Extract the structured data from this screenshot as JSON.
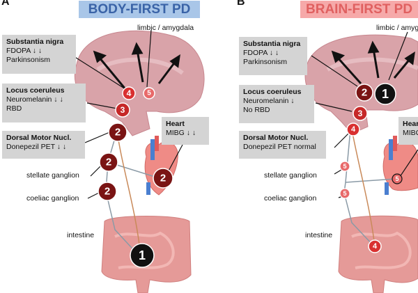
{
  "panels": [
    {
      "letter": "A",
      "title": "BODY-FIRST PD",
      "title_color": "#3a63a7",
      "title_bg": "#a9c6e8",
      "limbic_label": "limbic / amygdala",
      "boxes": {
        "substantia_nigra": {
          "title": "Substantia nigra",
          "line1": "FDOPA ↓ ↓",
          "line2": "Parkinsonism"
        },
        "locus_coeruleus": {
          "title": "Locus coeruleus",
          "line1": "Neuromelanin ↓ ↓",
          "line2": "RBD"
        },
        "dorsal_motor": {
          "title": "Dorsal Motor Nucl.",
          "line1": "Donepezil PET ↓ ↓"
        },
        "heart": {
          "title": "Heart",
          "line1": "MIBG ↓ ↓"
        }
      },
      "labels": {
        "stellate": "stellate ganglion",
        "coeliac": "coeliac ganglion",
        "intestine": "intestine"
      },
      "stages": {
        "substantia_nigra": "4",
        "limbic": "5",
        "locus_coeruleus": "3",
        "dorsal_motor": "2",
        "stellate": "2",
        "coeliac": "2",
        "heart": "2",
        "intestine": "1"
      }
    },
    {
      "letter": "B",
      "title": "BRAIN-FIRST PD",
      "title_color": "#e06060",
      "title_bg": "#f6a9a9",
      "limbic_label": "limbic / amygdala",
      "boxes": {
        "substantia_nigra": {
          "title": "Substantia nigra",
          "line1": "FDOPA ↓ ↓",
          "line2": "Parkinsonism"
        },
        "locus_coeruleus": {
          "title": "Locus coeruleus",
          "line1": "Neuromelanin ↓",
          "line2": "No RBD"
        },
        "dorsal_motor": {
          "title": "Dorsal Motor Nucl.",
          "line1": "Donepezil PET normal"
        },
        "heart": {
          "title": "Heart",
          "line1": "MIBG"
        }
      },
      "labels": {
        "stellate": "stellate ganglion",
        "coeliac": "coeliac ganglion",
        "intestine": "intestine"
      },
      "stages": {
        "substantia_nigra": "2",
        "limbic": "1",
        "locus_coeruleus": "3",
        "dorsal_motor": "4",
        "stellate": "5",
        "coeliac": "5",
        "heart": "5",
        "intestine": "4"
      }
    }
  ],
  "colors": {
    "stage1": "#111111",
    "stage2": "#7a1414",
    "stage3": "#c62828",
    "stage4": "#d93030",
    "stage5": "#e86a6a",
    "brain": "#d9a3a9",
    "organ": "#e59a98",
    "vagus": "#c98a5a",
    "nerve": "#8a9aa6"
  }
}
